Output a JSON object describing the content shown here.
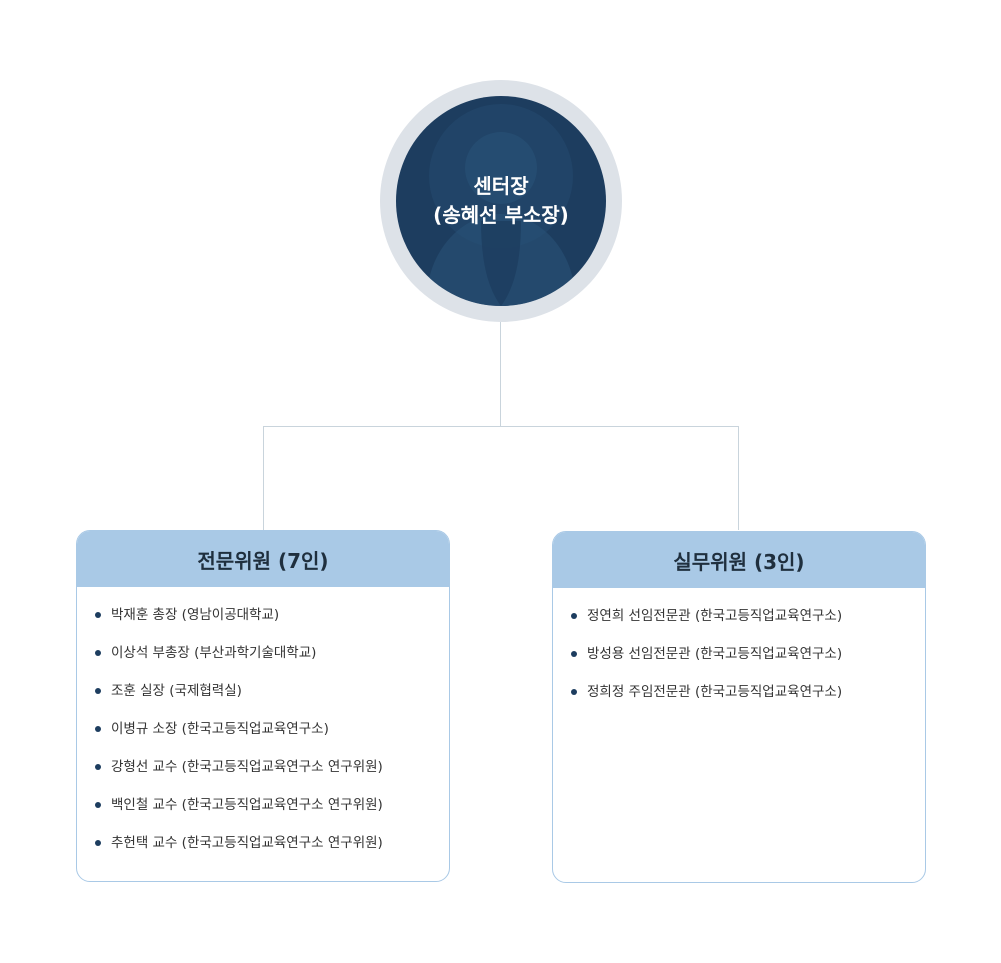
{
  "head": {
    "title": "센터장",
    "name": "(송혜선 부소장)"
  },
  "left_group": {
    "title": "전문위원 (7인)",
    "members": [
      "박재훈 총장 (영남이공대학교)",
      "이상석 부총장 (부산과학기술대학교)",
      "조훈 실장 (국제협력실)",
      "이병규 소장 (한국고등직업교육연구소)",
      "강형선 교수 (한국고등직업교육연구소 연구위원)",
      "백인철 교수 (한국고등직업교육연구소 연구위원)",
      "추헌택 교수 (한국고등직업교육연구소 연구위원)"
    ]
  },
  "right_group": {
    "title": "실무위원 (3인)",
    "members": [
      "정연희 선임전문관 (한국고등직업교육연구소)",
      "방성용 선임전문관 (한국고등직업교육연구소)",
      "정희정 주임전문관 (한국고등직업교육연구소)"
    ]
  },
  "colors": {
    "head_fill": "#1d3d5f",
    "head_ring": "#dde2e8",
    "box_header": "#a9c9e6",
    "connector": "#c9d4dc"
  }
}
